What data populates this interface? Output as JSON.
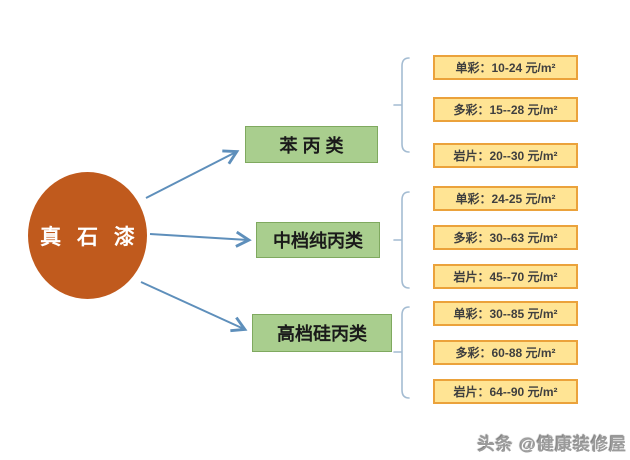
{
  "root_node": {
    "label": "真 石 漆"
  },
  "categories": [
    {
      "label": "苯 丙 类",
      "prices": [
        "单彩：10-24 元/m²",
        "多彩：15--28 元/m²",
        "岩片：20--30 元/m²"
      ]
    },
    {
      "label": "中档纯丙类",
      "prices": [
        "单彩：24-25 元/m²",
        "多彩：30--63 元/m²",
        "岩片：45--70 元/m²"
      ]
    },
    {
      "label": "高档硅丙类",
      "prices": [
        "单彩：30--85 元/m²",
        "多彩：60-88 元/m²",
        "岩片：64--90 元/m²"
      ]
    }
  ],
  "watermark": {
    "text": "头条 @健康装修屋"
  },
  "colors": {
    "root_fill": "#C05A1D",
    "root_text": "#FFFFFF",
    "category_fill": "#A9CE8E",
    "category_border": "#7FA95F",
    "price_fill": "#FFE494",
    "price_border": "#EBA23B",
    "price_text": "#3F3F3F",
    "arrow": "#5E8FBB",
    "brace": "#A4BCD2",
    "watermark_text": "#9B9B9B"
  }
}
